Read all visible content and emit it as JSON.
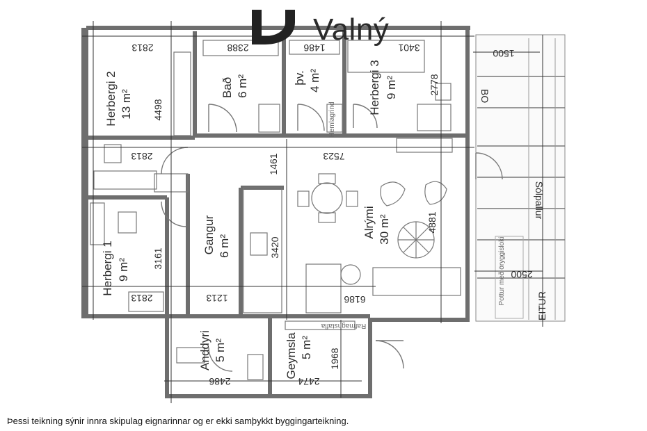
{
  "brand": {
    "name": "Valný",
    "logo_icon": "valny-d-logo-icon"
  },
  "disclaimer": "Þessi teikning sýnir innra skipulag eignarinnar og er ekki samþykkt byggingarteikning.",
  "colors": {
    "wall": "#6e6e6e",
    "line": "#333333",
    "text": "#2b2b2b",
    "background": "#ffffff"
  },
  "rooms": {
    "herbergi2": {
      "name": "Herbergi 2",
      "area": "13 m²"
    },
    "bad": {
      "name": "Bað",
      "area": "6 m²"
    },
    "thv": {
      "name": "þv.",
      "area": "4 m²"
    },
    "herbergi3": {
      "name": "Herbergi 3",
      "area": "9 m²"
    },
    "herbergi1": {
      "name": "Herbergi 1",
      "area": "9 m²"
    },
    "gangur": {
      "name": "Gangur",
      "area": "6 m²"
    },
    "alrymi": {
      "name": "Alrými",
      "area": "30 m²"
    },
    "anddyri": {
      "name": "Anddyri",
      "area": "5 m²"
    },
    "geymsla": {
      "name": "Geymsla",
      "area": "5 m²"
    }
  },
  "dimensions": {
    "d2813_top": "2813",
    "d2388": "2388",
    "d1486": "1486",
    "d3401": "3401",
    "d1500": "1500",
    "d4498": "4498",
    "d2778": "2778",
    "d2813_mid": "2813",
    "d7523": "7523",
    "d1461": "1461",
    "d3161": "3161",
    "d3420": "3420",
    "d4881": "4881",
    "d2500": "2500",
    "d2813_bot": "2813",
    "d1213": "1213",
    "d6186": "6186",
    "d2486": "2486",
    "d2474": "2474",
    "d1968": "1968"
  },
  "labels": {
    "bo": "BO",
    "solpallur": "Sólpallur",
    "pottur": "Pottur með öryggisloki",
    "heitur": "EITUR",
    "hemlagrind": "Hemlagrind",
    "rafmagn": "Rafmagnstafla"
  }
}
